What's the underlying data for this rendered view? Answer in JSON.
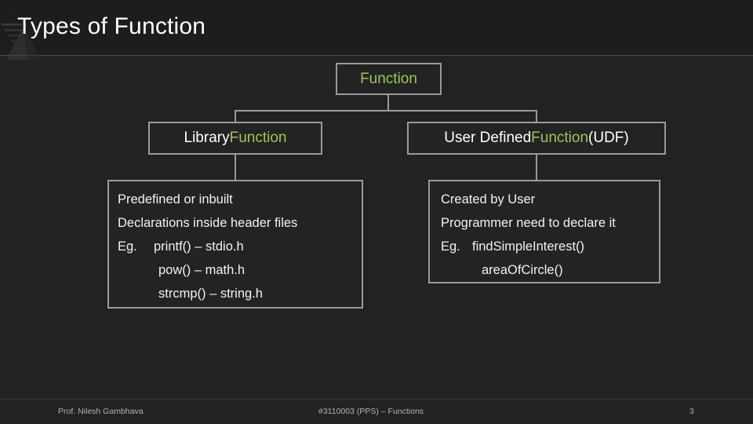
{
  "slide": {
    "title": "Types of Function",
    "accent_green": "#9ec45a",
    "background": "#222222",
    "border_color": "#9a9a9a",
    "text_color": "#ffffff"
  },
  "diagram": {
    "type": "tree",
    "root": {
      "text_plain": "Function",
      "text_white": "",
      "text_green": "Function",
      "text_tail": ""
    },
    "children": [
      {
        "id": "library",
        "text_white": "Library ",
        "text_green": "Function",
        "text_tail": "",
        "details": [
          {
            "text": "Predefined or inbuilt",
            "style": "plain"
          },
          {
            "text": "Declarations inside header files",
            "style": "plain"
          },
          {
            "label": "Eg.",
            "text": "printf() – stdio.h",
            "style": "example"
          },
          {
            "text": "pow() – math.h",
            "style": "indent"
          },
          {
            "text": "strcmp() – string.h",
            "style": "indent"
          }
        ]
      },
      {
        "id": "udf",
        "text_white": "User Defined ",
        "text_green": "Function",
        "text_tail": " (UDF)",
        "details": [
          {
            "text": "Created by User",
            "style": "plain"
          },
          {
            "text": "Programmer need to declare it",
            "style": "plain"
          },
          {
            "label": "Eg.",
            "text": "findSimpleInterest()",
            "style": "example"
          },
          {
            "text": "areaOfCircle()",
            "style": "indent"
          }
        ]
      }
    ]
  },
  "footer": {
    "author": "Prof. Nilesh Gambhava",
    "course": "#3110003 (PPS) – Functions",
    "page_number": "3"
  }
}
